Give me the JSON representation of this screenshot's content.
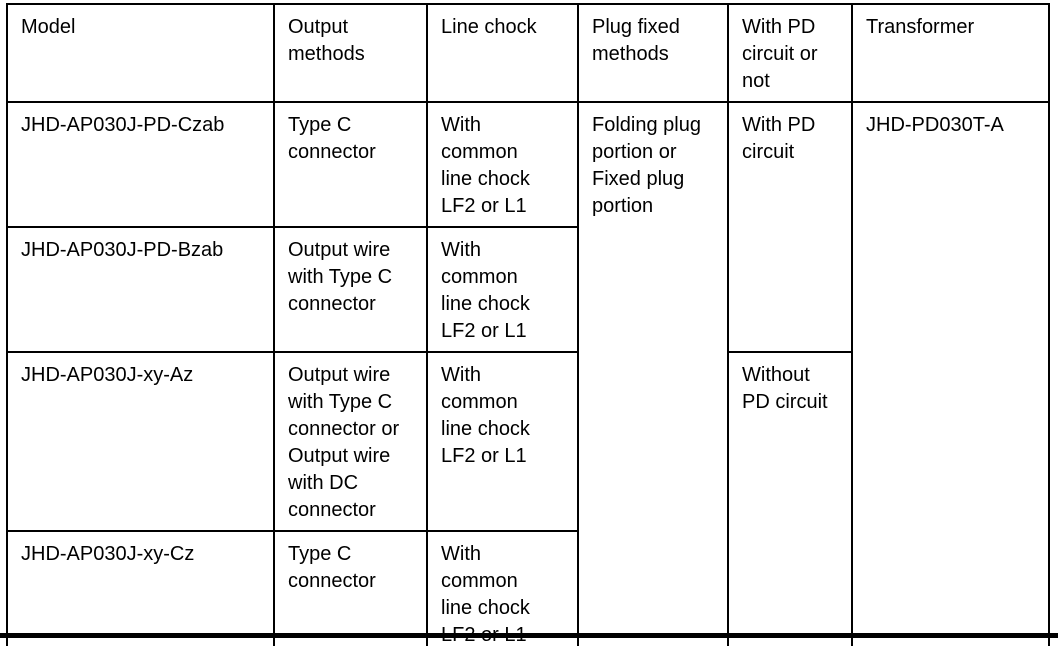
{
  "page": {
    "background_color": "#ffffff",
    "border_color": "#000000",
    "text_color": "#000000"
  },
  "table": {
    "columns": [
      {
        "key": "model",
        "label": "Model"
      },
      {
        "key": "output",
        "label": "Output\nmethods"
      },
      {
        "key": "line_chock",
        "label": "Line chock"
      },
      {
        "key": "plug_fixed",
        "label": "Plug fixed\nmethods"
      },
      {
        "key": "pd_circuit",
        "label": "With PD\ncircuit or\nnot"
      },
      {
        "key": "transformer",
        "label": "Transformer"
      }
    ],
    "rows": [
      {
        "model": "JHD-AP030J-PD-Czab",
        "output_method": "Type C\nconnector",
        "line_chock": "With\ncommon\nline chock\nLF2 or L1"
      },
      {
        "model": "JHD-AP030J-PD-Bzab",
        "output_method": "Output wire\nwith Type C\nconnector",
        "line_chock": "With\ncommon\nline chock\nLF2 or L1"
      },
      {
        "model": "JHD-AP030J-xy-Az",
        "output_method": "Output wire\nwith Type C\nconnector or\nOutput wire\nwith DC\nconnector",
        "line_chock": "With\ncommon\nline chock\nLF2 or L1"
      },
      {
        "model": "JHD-AP030J-xy-Cz",
        "output_method": "Type C\nconnector",
        "line_chock": "With\ncommon\nline chock\nLF2 or L1"
      }
    ],
    "merged_cells": {
      "plug_fixed_methods": "Folding plug\nportion or\nFixed plug\nportion",
      "pd_circuit_with": "With PD\ncircuit",
      "pd_circuit_without": "Without\nPD circuit",
      "transformer": "JHD-PD030T-A"
    }
  }
}
